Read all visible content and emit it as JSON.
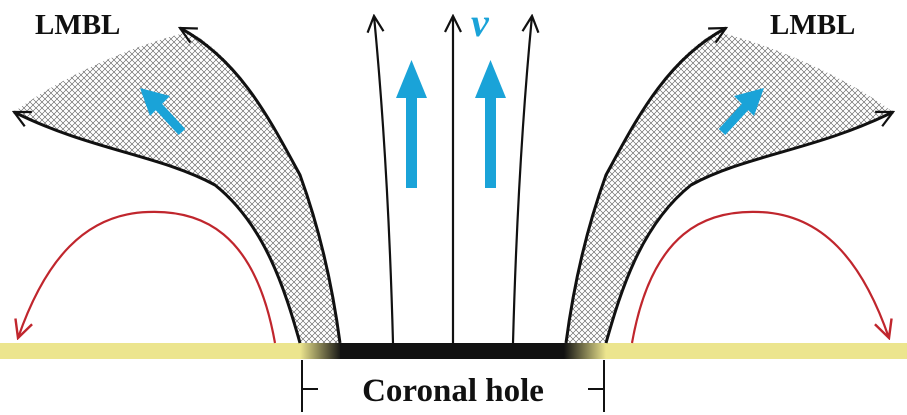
{
  "labels": {
    "left_region": "LMBL",
    "right_region": "LMBL",
    "velocity": "v",
    "base": "Coronal hole"
  },
  "colors": {
    "photosphere": "#ece58e",
    "hole": "#111111",
    "arrow": "#1aa3d8",
    "loop": "#c0262d",
    "line": "#111111"
  }
}
